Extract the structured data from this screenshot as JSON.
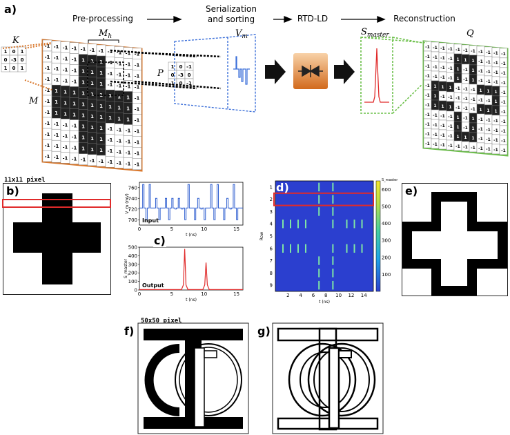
{
  "panel_a": {
    "label": "a)",
    "steps": [
      "Pre-processing",
      "Serialization\nand sorting",
      "RTD-LD",
      "Reconstruction"
    ],
    "symbols": {
      "K": "K",
      "M": "M",
      "Mh": "M_h",
      "P": "P",
      "Vm": "V_m",
      "Smaster": "S_master",
      "Q": "Q"
    },
    "kernel_K": [
      [
        "1",
        "0",
        "1"
      ],
      [
        "0",
        "-3",
        "0"
      ],
      [
        "1",
        "0",
        "1"
      ]
    ],
    "kernel_P": [
      [
        "1",
        "0",
        "-1"
      ],
      [
        "0",
        "-3",
        "0"
      ],
      [
        "1",
        "0",
        "-1"
      ]
    ],
    "colors": {
      "orange": "#d9782d",
      "blue": "#3b6fd9",
      "green": "#6cc04a",
      "red": "#e02a2a"
    }
  },
  "panel_b": {
    "label": "b)",
    "title": "11x11 pixel"
  },
  "panel_c": {
    "label": "c)",
    "input_label": "Input",
    "output_label": "Output",
    "top_ylabel": "V_m (mV)",
    "bottom_ylabel": "S_master",
    "xlabel": "t (ns)",
    "top_yticks": [
      "760",
      "740",
      "720",
      "700"
    ],
    "bottom_yticks": [
      "500",
      "400",
      "300",
      "200",
      "100",
      "0"
    ],
    "xticks": [
      "0",
      "5",
      "10",
      "15"
    ]
  },
  "panel_d": {
    "label": "d)",
    "ylabel": "Row",
    "xlabel": "t (ns)",
    "colorbar_label": "S_master",
    "rows": [
      "1",
      "2",
      "3",
      "4",
      "5",
      "6",
      "7",
      "8",
      "9"
    ],
    "xticks": [
      "2",
      "4",
      "6",
      "8",
      "10",
      "12",
      "14"
    ],
    "cbar_ticks": [
      "600",
      "500",
      "400",
      "300",
      "200",
      "100"
    ]
  },
  "panel_e": {
    "label": "e)"
  },
  "panel_fg": {
    "title": "50x50 pixel",
    "label_f": "f)",
    "label_g": "g)"
  },
  "chart_data": [
    {
      "type": "line",
      "title": "",
      "xlabel": "t (ns)",
      "ylabel": "V_m (mV)",
      "xlim": [
        0,
        16
      ],
      "ylim": [
        690,
        770
      ],
      "series": [
        {
          "name": "Input",
          "x": [
            0,
            0.5,
            1,
            1.5,
            2,
            2.5,
            3,
            3.5,
            4,
            4.5,
            5,
            5.5,
            6,
            6.5,
            7,
            7.5,
            8,
            8.5,
            9,
            9.5,
            10,
            10.5,
            11,
            11.5,
            12,
            12.5,
            13,
            13.5,
            14,
            14.5,
            15,
            15.5
          ],
          "y": [
            722,
            766,
            700,
            766,
            722,
            740,
            700,
            722,
            740,
            700,
            740,
            720,
            740,
            720,
            700,
            766,
            722,
            700,
            740,
            720,
            700,
            722,
            766,
            700,
            766,
            722,
            700,
            740,
            720,
            766,
            700,
            722
          ]
        }
      ]
    },
    {
      "type": "line",
      "title": "",
      "xlabel": "t (ns)",
      "ylabel": "S_master",
      "xlim": [
        0,
        16
      ],
      "ylim": [
        0,
        500
      ],
      "series": [
        {
          "name": "Output",
          "x": [
            0,
            6.5,
            6.8,
            7.0,
            7.2,
            7.5,
            9.8,
            10.1,
            10.3,
            10.5,
            10.8,
            16
          ],
          "y": [
            5,
            5,
            60,
            480,
            60,
            5,
            5,
            60,
            320,
            60,
            5,
            5
          ]
        }
      ]
    },
    {
      "type": "heatmap",
      "title": "",
      "xlabel": "t (ns)",
      "ylabel": "Row",
      "xlim": [
        0,
        15.5
      ],
      "rows": [
        1,
        2,
        3,
        4,
        5,
        6,
        7,
        8,
        9
      ],
      "spikes": [
        {
          "row": 1,
          "t": [
            6.9,
            9.1
          ]
        },
        {
          "row": 2,
          "t": [
            6.9,
            9.1
          ]
        },
        {
          "row": 3,
          "t": [
            6.9,
            9.1
          ]
        },
        {
          "row": 4,
          "t": [
            1.2,
            2.4,
            3.6,
            4.8,
            9.1,
            11.3,
            12.5,
            13.7
          ]
        },
        {
          "row": 5,
          "t": []
        },
        {
          "row": 6,
          "t": [
            1.2,
            2.4,
            3.6,
            4.8,
            9.1,
            11.3,
            12.5,
            13.7
          ]
        },
        {
          "row": 7,
          "t": [
            6.9,
            9.1
          ]
        },
        {
          "row": 8,
          "t": [
            6.9,
            9.1
          ]
        },
        {
          "row": 9,
          "t": [
            6.9,
            9.1
          ]
        }
      ],
      "colorbar_range": [
        0,
        650
      ]
    }
  ]
}
